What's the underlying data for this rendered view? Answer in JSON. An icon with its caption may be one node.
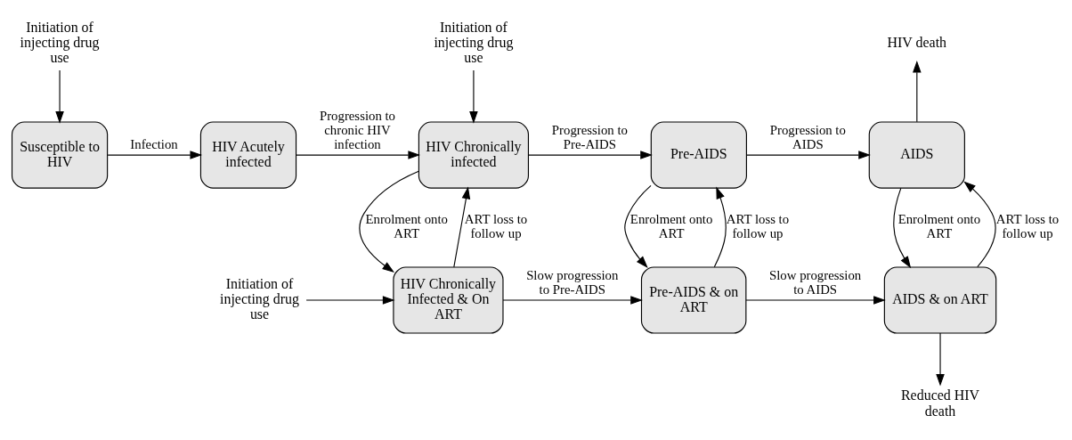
{
  "diagram": {
    "nodes": [
      {
        "text": [
          "Initiation of injecting drug use"
        ]
      },
      {
        "text": [
          "Susceptible to HIV"
        ]
      },
      {
        "text": [
          "HIV Acutely infected"
        ]
      },
      {
        "text": [
          "Initiation of injecting drug use"
        ]
      },
      {
        "text": [
          "HIV Chronically infected"
        ]
      },
      {
        "text": [
          "Pre-AIDS"
        ]
      },
      {
        "text": [
          "AIDS"
        ]
      },
      {
        "text": [
          "HIV death"
        ]
      },
      {
        "text": [
          "Initiation of injecting drug use"
        ]
      },
      {
        "text": [
          "HIV Chronically Infected & On ART"
        ]
      },
      {
        "text": [
          "Pre-AIDS & on ART"
        ]
      },
      {
        "text": [
          "AIDS & on ART"
        ]
      },
      {
        "text": [
          "Reduced HIV death"
        ]
      }
    ],
    "edges": [
      {
        "from": 0,
        "to": 1,
        "arrow": "to"
      },
      {
        "from": 1,
        "to": 2,
        "arrow": "to",
        "label": "Infection"
      },
      {
        "from": 2,
        "to": 4,
        "arrow": "to",
        "label": "Progression to chronic HIV infection"
      },
      {
        "from": 3,
        "to": 4,
        "arrow": "to"
      },
      {
        "from": 4,
        "to": 5,
        "arrow": "to",
        "label": "Progression to Pre-AIDS"
      },
      {
        "from": 5,
        "to": 6,
        "arrow": "to",
        "label": "Progression to AIDS"
      },
      {
        "from": 6,
        "to": 7,
        "arrow": "to"
      },
      {
        "from": 9,
        "to": 4,
        "arrow": "to",
        "label": "ART loss to follow up"
      },
      {
        "from": 4,
        "to": 9,
        "arrow": "to",
        "label": "Enrolment onto ART"
      },
      {
        "from": 10,
        "to": 5,
        "arrow": "to",
        "label": "ART loss to follow up"
      },
      {
        "from": 5,
        "to": 10,
        "arrow": "to",
        "label": "Enrolment onto ART"
      },
      {
        "from": 11,
        "to": 6,
        "arrow": "to",
        "label": "ART loss to follow up"
      },
      {
        "from": 6,
        "to": 11,
        "arrow": "to",
        "label": "Enrolment onto ART"
      },
      {
        "from": 8,
        "to": 9,
        "arrow": "to"
      },
      {
        "from": 9,
        "to": 10,
        "arrow": "to",
        "label": "Slow progression to Pre-AIDS"
      },
      {
        "from": 10,
        "to": 11,
        "arrow": "to",
        "label": "Slow progression to AIDS"
      },
      {
        "from": 11,
        "to": 12,
        "arrow": "to"
      }
    ]
  }
}
